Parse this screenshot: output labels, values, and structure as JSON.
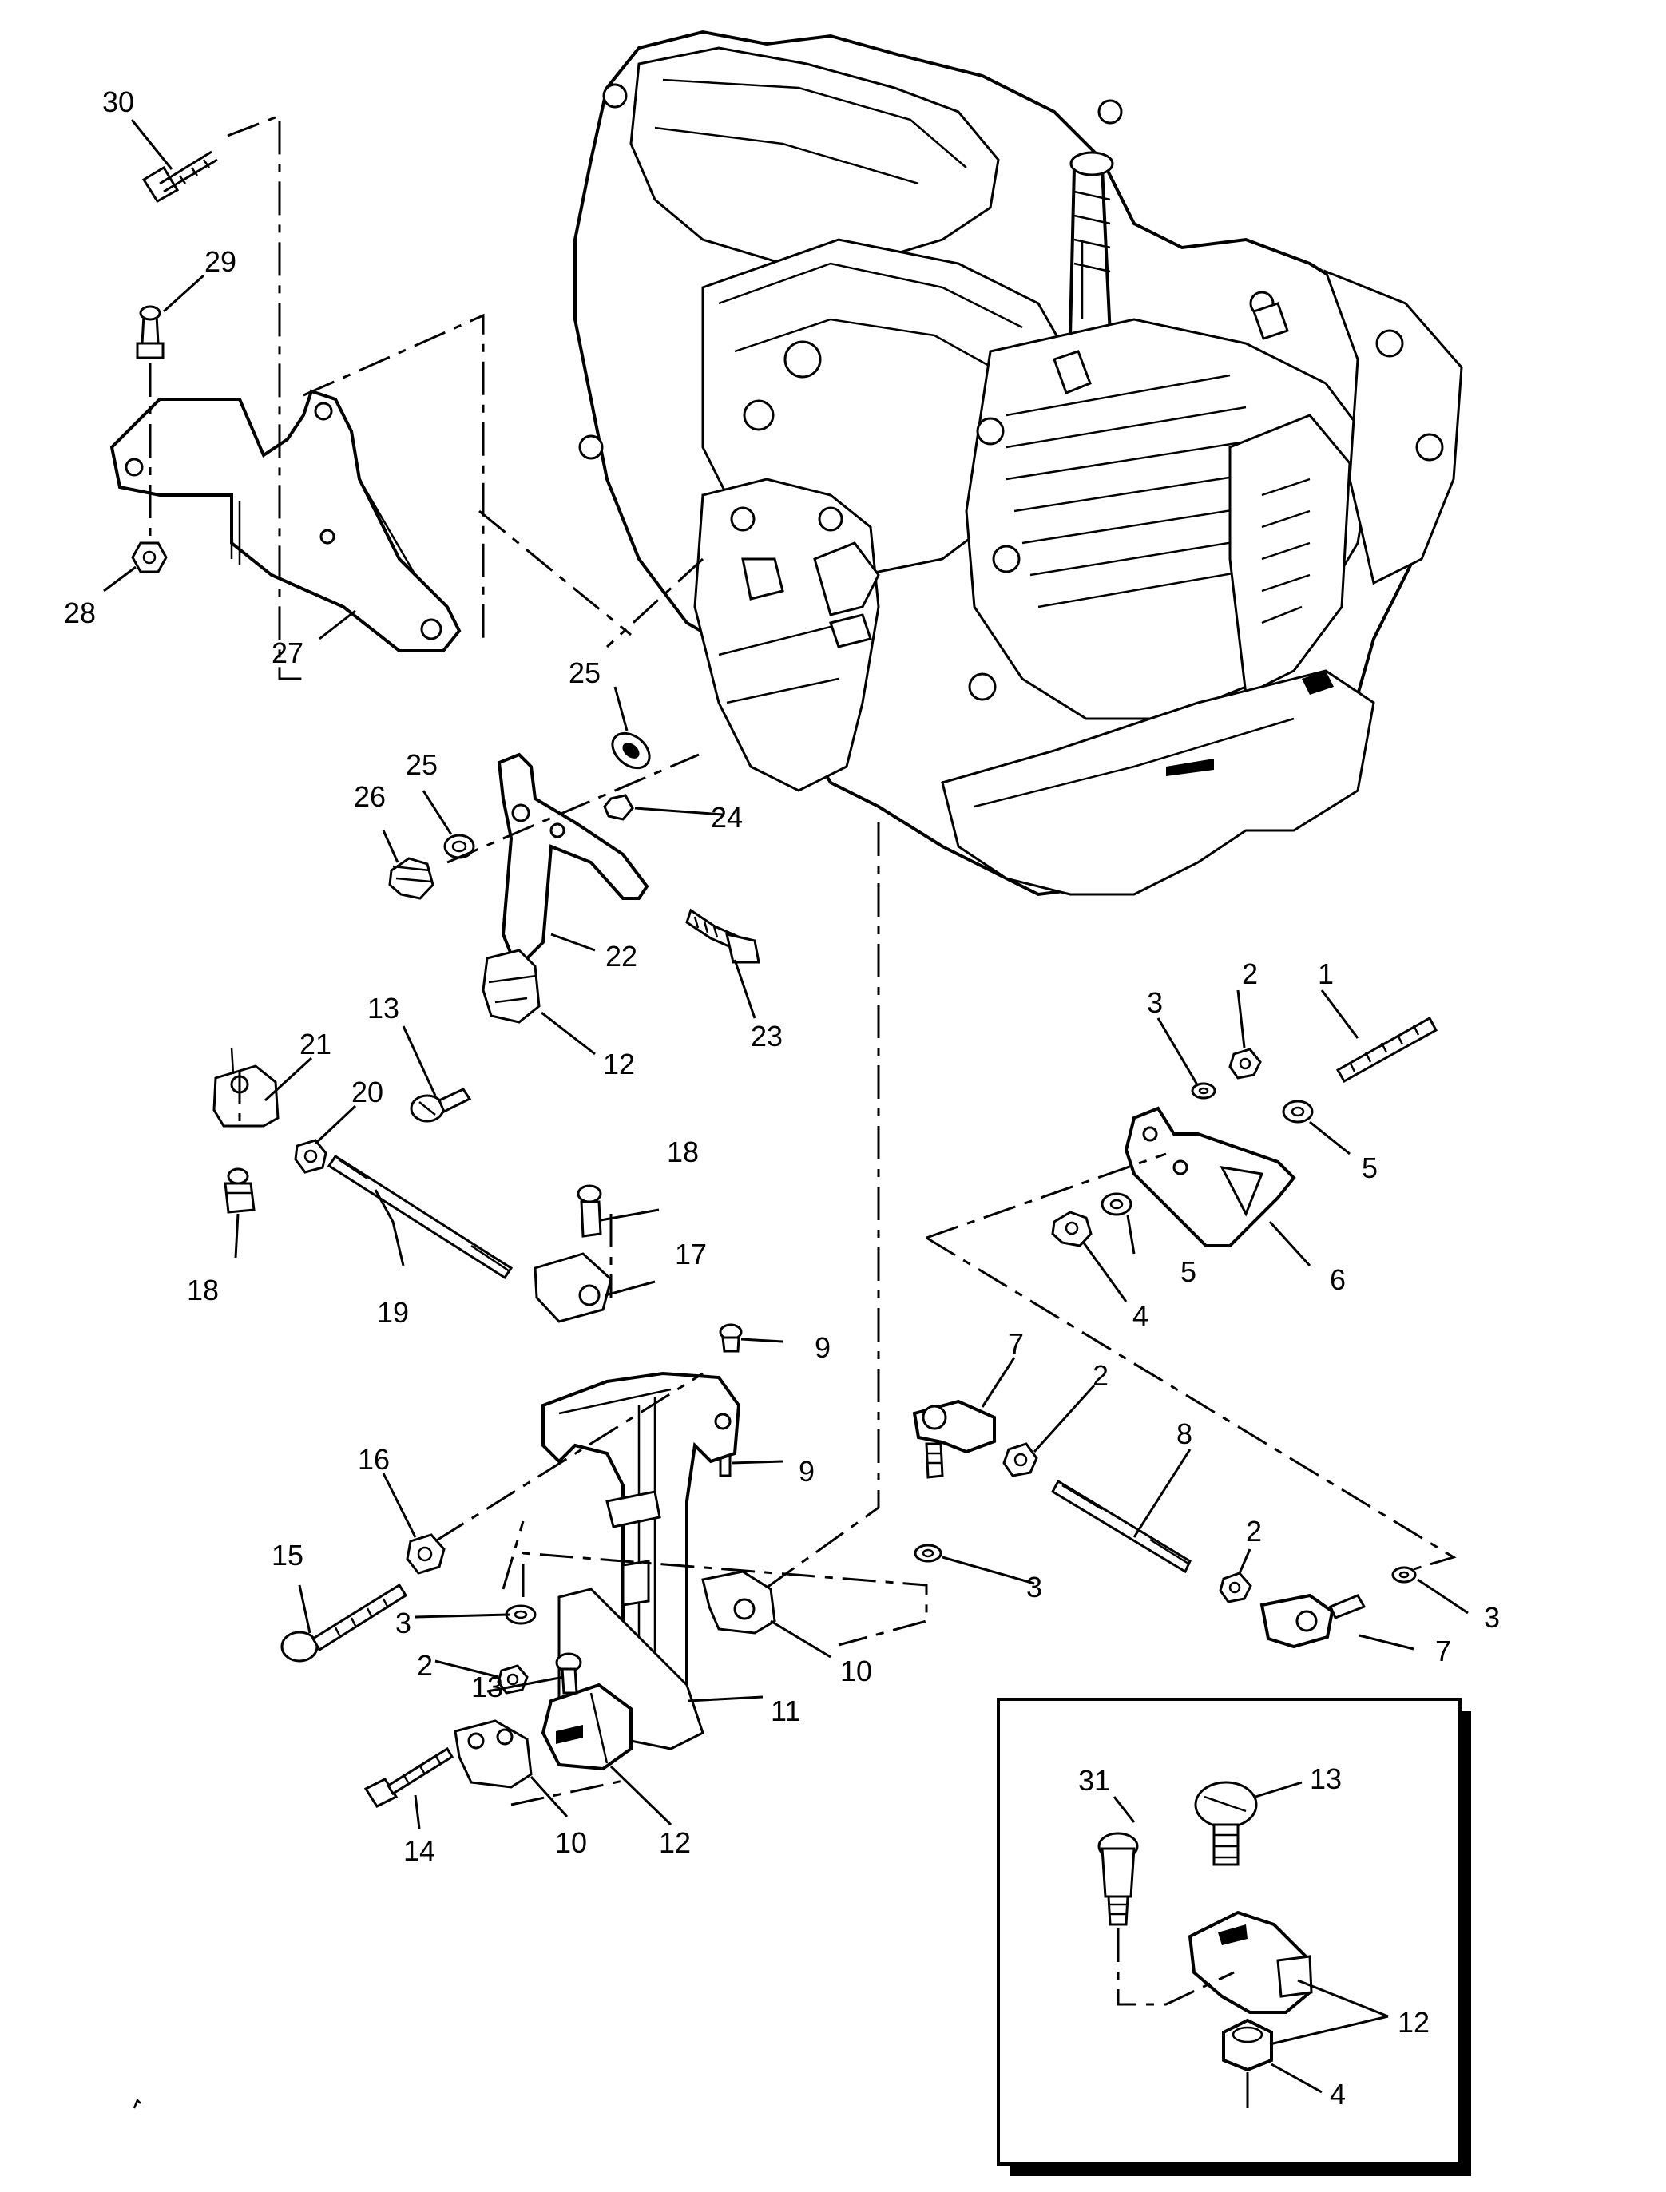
{
  "callouts": {
    "c1": "1",
    "c2": "2",
    "c3": "3",
    "c4": "4",
    "c5": "5",
    "c6": "6",
    "c7": "7",
    "c8": "8",
    "c9": "9",
    "c10": "10",
    "c11": "11",
    "c12": "12",
    "c13": "13",
    "c14": "14",
    "c15": "15",
    "c16": "16",
    "c17": "17",
    "c18": "18",
    "c19": "19",
    "c20": "20",
    "c21": "21",
    "c22": "22",
    "c23": "23",
    "c24": "24",
    "c25": "25",
    "c26": "26",
    "c27": "27",
    "c28": "28",
    "c29": "29",
    "c30": "30",
    "c31": "31"
  },
  "inset": {
    "title": ""
  }
}
